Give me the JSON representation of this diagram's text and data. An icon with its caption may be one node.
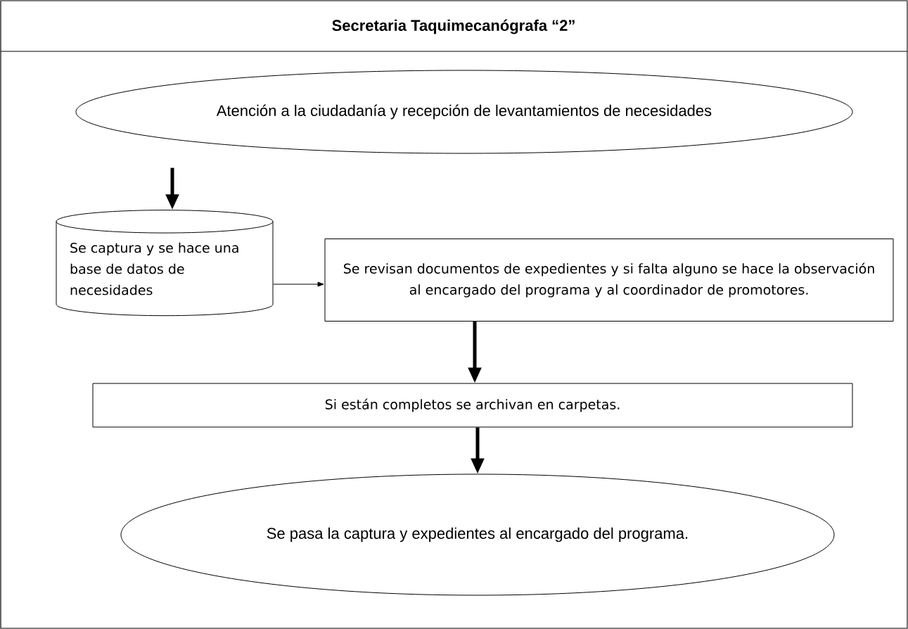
{
  "diagram": {
    "title": "Secretaria Taquimecanógrafa “2”",
    "nodes": [
      {
        "text": [
          "Atención a la ciudadanía y recepción de levantamientos de necesidades"
        ]
      },
      {
        "text": [
          "Se captura y se hace una base de datos de necesidades"
        ]
      },
      {
        "text": [
          "Se revisan documentos de expedientes y si falta alguno se hace la observación al encargado del programa y al coordinador de promotores."
        ]
      },
      {
        "text": [
          "Si están completos se archivan en carpetas."
        ]
      },
      {
        "text": [
          "Se pasa la captura y expedientes al encargado del programa."
        ]
      }
    ],
    "edges": [
      {
        "from": 0,
        "to": 1,
        "arrow": "to"
      },
      {
        "from": 1,
        "to": 2,
        "arrow": "to"
      },
      {
        "from": 2,
        "to": 3,
        "arrow": "to"
      },
      {
        "from": 3,
        "to": 4,
        "arrow": "to"
      }
    ]
  }
}
